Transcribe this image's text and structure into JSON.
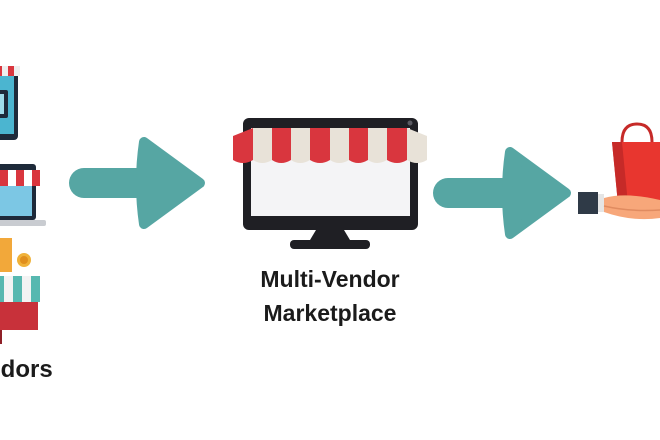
{
  "labels": {
    "vendors": "ndors",
    "marketplace_line1": "Multi-Vendor",
    "marketplace_line2": "Marketplace"
  },
  "icons": {
    "vendors": [
      "shop-tablet-icon",
      "shop-laptop-icon",
      "shop-stall-icon"
    ],
    "marketplace": "monitor-storefront-icon",
    "customer": "hand-receiving-shopping-bag-icon",
    "flow": [
      "right-arrow-icon",
      "right-arrow-icon"
    ]
  },
  "colors": {
    "arrow": "#56a6a3",
    "awning_red": "#d9363e",
    "awning_light": "#e8e2d8",
    "monitor_frame": "#1f1f24",
    "monitor_screen": "#f4f4f6",
    "bag_red": "#e8362f",
    "hand": "#f7a77a",
    "sleeve": "#2f3a47",
    "label_text": "#1b1b1b"
  }
}
